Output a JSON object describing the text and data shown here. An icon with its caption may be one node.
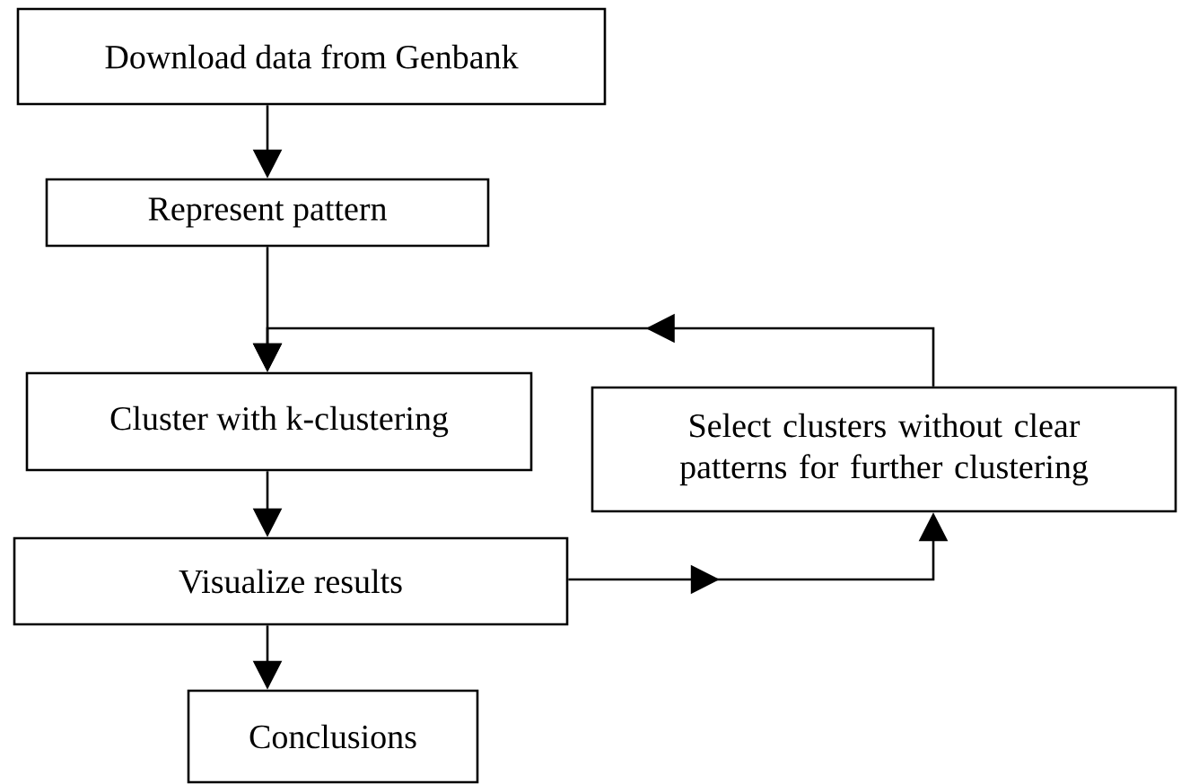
{
  "diagram": {
    "nodes": [
      {
        "text": [
          "Download data from Genbank"
        ]
      },
      {
        "text": [
          "Represent pattern"
        ]
      },
      {
        "text": [
          "Cluster with k-clustering"
        ]
      },
      {
        "text": [
          "Select clusters without clear patterns for further clustering"
        ]
      },
      {
        "text": [
          "Visualize results"
        ]
      },
      {
        "text": [
          "Conclusions"
        ]
      }
    ],
    "edges": [
      {
        "from": 0,
        "to": 1,
        "arrow": "to"
      },
      {
        "from": 1,
        "to": 2,
        "arrow": "to"
      },
      {
        "from": 3,
        "to": 2,
        "arrow": "to"
      },
      {
        "from": 2,
        "to": 4,
        "arrow": "to"
      },
      {
        "from": 4,
        "to": 3,
        "arrow": "to"
      },
      {
        "from": 4,
        "to": 5,
        "arrow": "to"
      }
    ]
  }
}
